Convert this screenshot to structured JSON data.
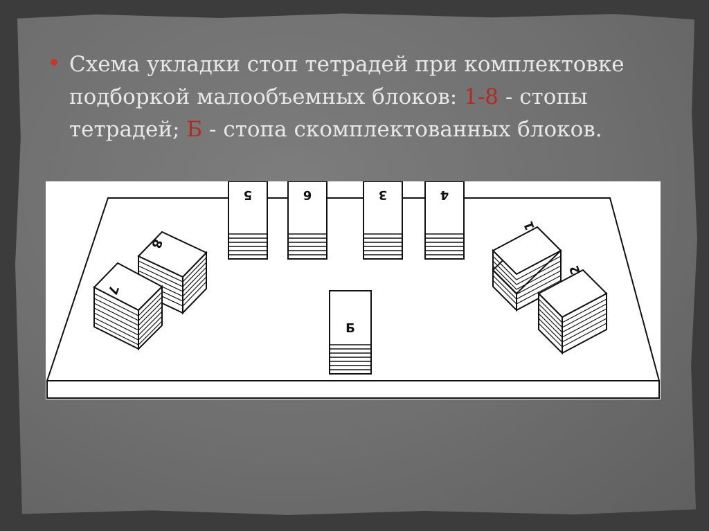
{
  "slide": {
    "text_before": "Схема укладки стоп тетрадей при комплектовке подборкой малообъемных блоков: ",
    "highlight_1": "1-8",
    "text_middle": " - стопы тетрадей; ",
    "highlight_2": "Б",
    "text_after": " - стопа скомплектованных блоков."
  },
  "figure": {
    "labels": {
      "stack_5": "5",
      "stack_6": "6",
      "stack_3": "3",
      "stack_4": "4",
      "stack_8": "8",
      "stack_7": "7",
      "stack_1": "1",
      "stack_2": "2",
      "stack_b": "Б"
    }
  },
  "colors": {
    "background": "#3c3c3c",
    "slide": "#767676",
    "text": "#e8e8e8",
    "accent": "#b22a22"
  }
}
